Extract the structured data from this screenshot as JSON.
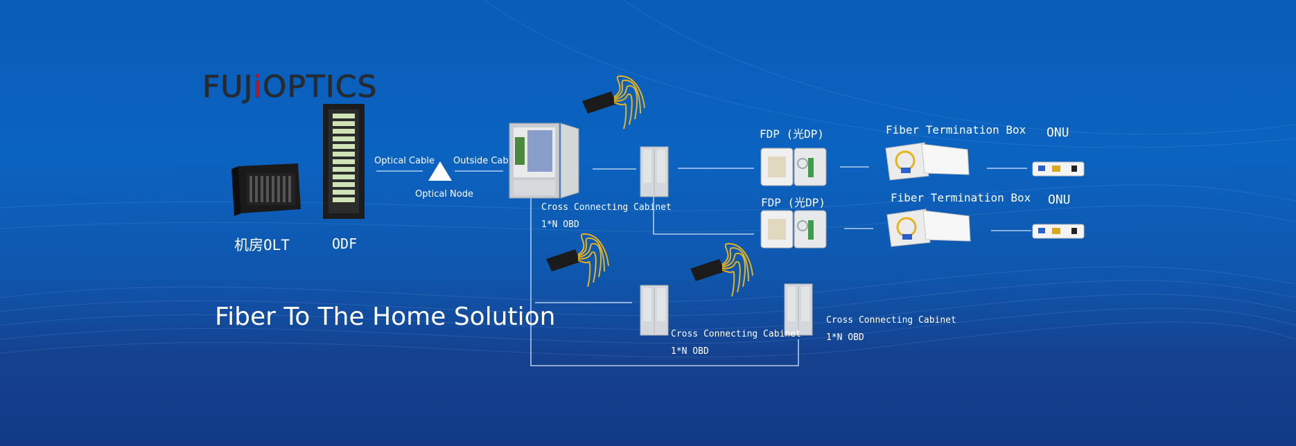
{
  "brand": {
    "prefix": "FUJ",
    "mark": "i",
    "suffix": "OPTICS"
  },
  "title": "Fiber To The Home Solution",
  "labels": {
    "olt": "机房OLT",
    "odf": "ODF",
    "optical_cable": "Optical Cable",
    "outside_cable": "Outside Cable",
    "optical_node": "Optical Node",
    "ccc_top": "Cross Connecting Cabinet",
    "obd_top": "1*N OBD",
    "fdp_top": "FDP (光DP)",
    "fdp_mid": "FDP (光DP)",
    "ftb_top": "Fiber Termination Box",
    "ftb_mid": "Fiber Termination Box",
    "onu_top": "ONU",
    "onu_mid": "ONU",
    "ccc_bottom_mid": "Cross Connecting Cabinet",
    "obd_bottom_mid": "1*N OBD",
    "ccc_bottom_right": "Cross Connecting Cabinet",
    "obd_bottom_right": "1*N OBD"
  },
  "colors": {
    "line": "#d7e6f7",
    "cabinet": "#d4d8dc",
    "box": "#f2f2f2",
    "splitter": "#1b1b1b",
    "fiber": "#e6b320"
  }
}
